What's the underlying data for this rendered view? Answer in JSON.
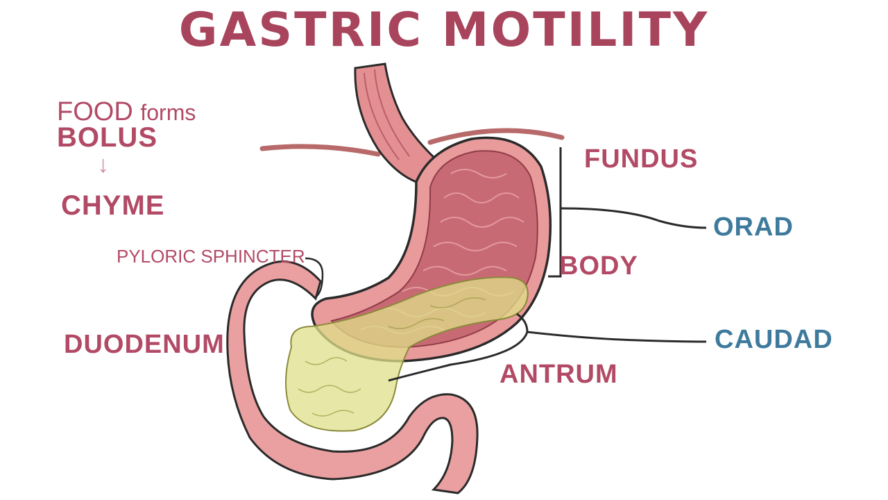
{
  "title": "GASTRIC MOTILITY",
  "side_notes": {
    "line1_prefix": "FOOD",
    "line1_suffix": "forms",
    "line2": "BOLUS",
    "arrow": "↓",
    "line3": "CHYME"
  },
  "labels": {
    "pyloric_sphincter": "PYLORIC SPHINCTER",
    "duodenum": "DUODENUM",
    "fundus": "FUNDUS",
    "body": "BODY",
    "antrum": "ANTRUM",
    "orad": "ORAD",
    "caudad": "CAUDAD"
  },
  "colors": {
    "title": "#a8445c",
    "labels_pink": "#b24a66",
    "labels_blue": "#3e7a9c",
    "stomach_wall": "#e99a9a",
    "stomach_inner": "#c86a74",
    "pancreas": "#dfe08a",
    "outline": "#2a2a2a"
  }
}
